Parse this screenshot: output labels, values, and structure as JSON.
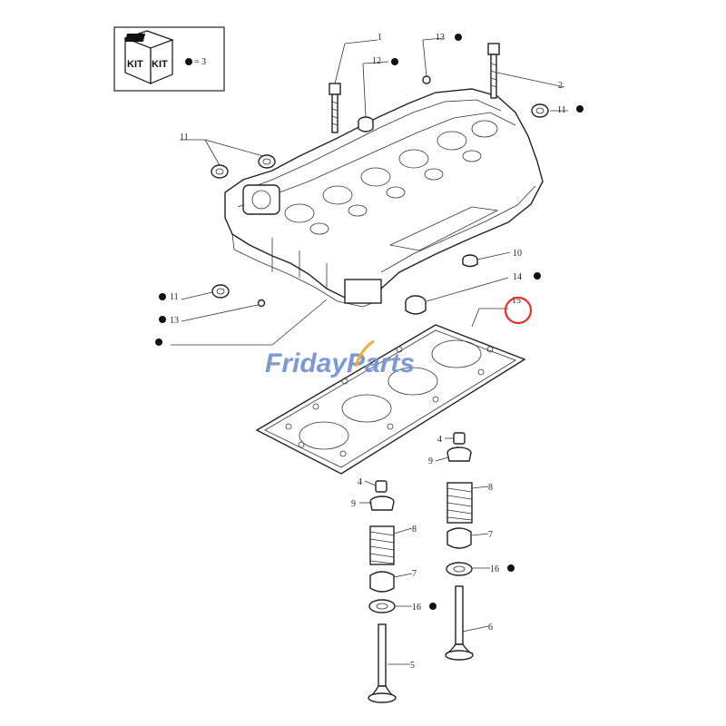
{
  "kit_box": {
    "label_left": "KIT",
    "label_right": "KIT",
    "equals_text": "= 3"
  },
  "watermark": {
    "text_main": "Friday",
    "text_tail": "Parts",
    "color_main": "#6f8fd0",
    "color_tail": "#f2a31b"
  },
  "highlight": {
    "target_callout": "15",
    "color": "#e0322a"
  },
  "callouts": [
    {
      "id": "c1",
      "label": "1",
      "dot": false
    },
    {
      "id": "c13a",
      "label": "13",
      "dot": true
    },
    {
      "id": "c2",
      "label": "2",
      "dot": false
    },
    {
      "id": "c12",
      "label": "12",
      "dot": true
    },
    {
      "id": "c11a",
      "label": "11",
      "dot": true
    },
    {
      "id": "c11b",
      "label": "11",
      "dot": false
    },
    {
      "id": "c10",
      "label": "10",
      "dot": false
    },
    {
      "id": "c14",
      "label": "14",
      "dot": true
    },
    {
      "id": "c11c",
      "label": "11",
      "dot": true
    },
    {
      "id": "c13b",
      "label": "13",
      "dot": true
    },
    {
      "id": "c15",
      "label": "15",
      "dot": false
    },
    {
      "id": "c4a",
      "label": "4",
      "dot": false
    },
    {
      "id": "c9a",
      "label": "9",
      "dot": false
    },
    {
      "id": "c8a",
      "label": "8",
      "dot": false
    },
    {
      "id": "c7a",
      "label": "7",
      "dot": false
    },
    {
      "id": "c16a",
      "label": "16",
      "dot": true
    },
    {
      "id": "c6",
      "label": "6",
      "dot": false
    },
    {
      "id": "c4b",
      "label": "4",
      "dot": false
    },
    {
      "id": "c9b",
      "label": "9",
      "dot": false
    },
    {
      "id": "c8b",
      "label": "8",
      "dot": false
    },
    {
      "id": "c7b",
      "label": "7",
      "dot": false
    },
    {
      "id": "c16b",
      "label": "16",
      "dot": true
    },
    {
      "id": "c5",
      "label": "5",
      "dot": false
    }
  ]
}
